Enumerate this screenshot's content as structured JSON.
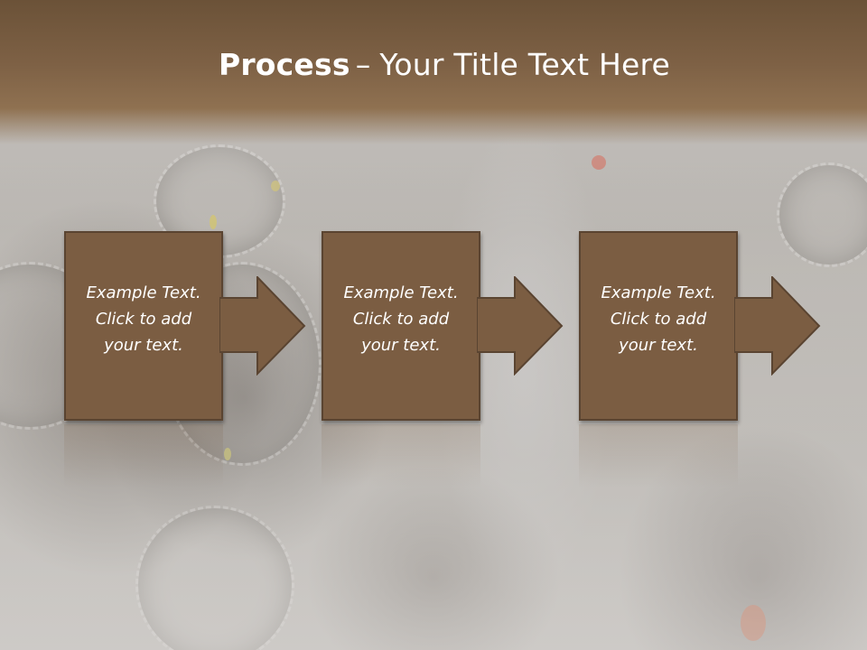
{
  "title": {
    "bold": "Process",
    "separator": "–",
    "rest": "Your Title Text Here"
  },
  "steps": [
    {
      "text": "Example Text.\nClick  to add\nyour text."
    },
    {
      "text": "Example Text.\nClick  to add\nyour text."
    },
    {
      "text": "Example Text.\nClick  to add\nyour text."
    }
  ],
  "colors": {
    "header": "#7e6145",
    "box_fill": "#7b5d42",
    "box_border": "#5a4431",
    "text": "#ffffff"
  }
}
